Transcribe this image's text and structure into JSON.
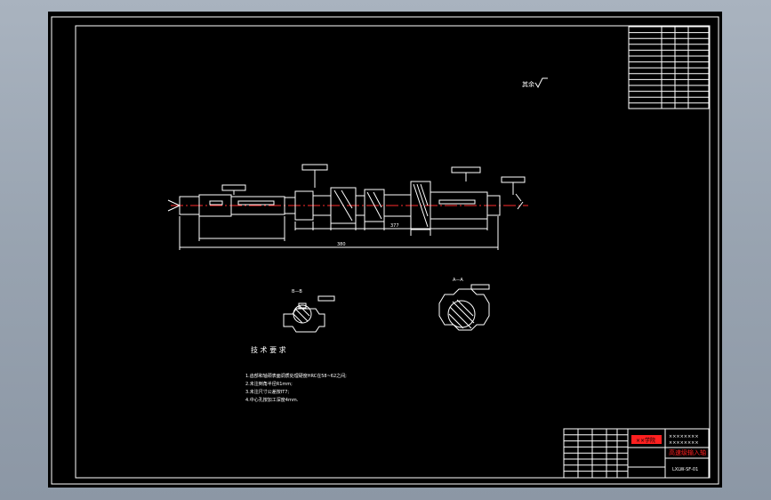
{
  "colors": {
    "background": "#000000",
    "lines": "#ffffff",
    "centerline": "#ff2b2b",
    "title_block_red": "#ff2020",
    "window_chrome": "#9aa5b2"
  },
  "drawing": {
    "roughness_note": "其余",
    "section_a_label": "A—A",
    "section_b_label": "B—B",
    "tech_title": "技 术 要 求",
    "tech_requirements": [
      "1.齿部和轴颈表面调质处理硬度HRC在58~62之间;",
      "2.未注倒角半径R1mm;",
      "3.未注尺寸公差按IT7;",
      "4.中心孔按加工深度4mm."
    ],
    "dim_overall": "380",
    "dim_middle": "377"
  },
  "title_block": {
    "stamp": "××学院",
    "line1": "××××××××",
    "line2": "××××××××",
    "part_name": "高速级输入轴",
    "drawing_number": "LXLW-SF-01"
  }
}
